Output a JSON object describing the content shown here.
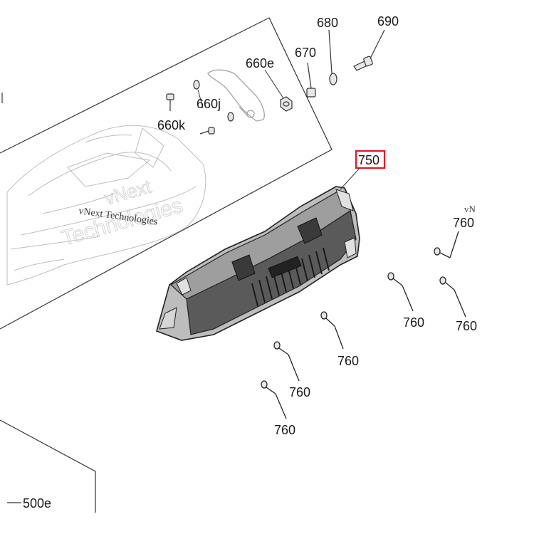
{
  "callouts": {
    "c680": "680",
    "c690": "690",
    "c670": "670",
    "c660e": "660e",
    "c660j": "660j",
    "c660k": "660k",
    "c750": "750",
    "c760_right_top": "760",
    "c760_a": "760",
    "c760_right": "760",
    "c760_b": "760",
    "c760_c": "760",
    "c760_d": "760",
    "c500e": "500e"
  },
  "watermark": {
    "line1": "vNext Technologies",
    "big_word1": "vNext",
    "big_word2": "Technologies",
    "right_small": "vN"
  },
  "highlight": {
    "target": "750",
    "color": "#e8141c"
  }
}
